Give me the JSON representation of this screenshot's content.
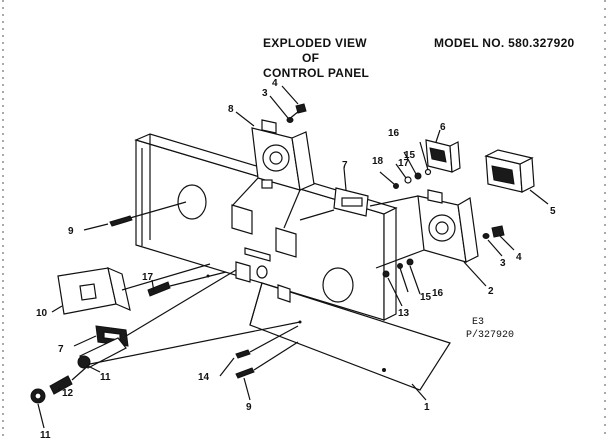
{
  "diagram": {
    "title_lines": [
      "EXPLODED VIEW",
      "OF",
      "CONTROL PANEL"
    ],
    "model_label": "MODEL NO. 580.327920",
    "reference_lines": [
      "E3",
      "P/327920"
    ],
    "callouts": [
      {
        "id": "c1",
        "text": "1"
      },
      {
        "id": "c2",
        "text": "2"
      },
      {
        "id": "c3a",
        "text": "3"
      },
      {
        "id": "c3b",
        "text": "3"
      },
      {
        "id": "c4a",
        "text": "4"
      },
      {
        "id": "c4b",
        "text": "4"
      },
      {
        "id": "c5",
        "text": "5"
      },
      {
        "id": "c6",
        "text": "6"
      },
      {
        "id": "c7a",
        "text": "7"
      },
      {
        "id": "c7b",
        "text": "7"
      },
      {
        "id": "c8",
        "text": "8"
      },
      {
        "id": "c9a",
        "text": "9"
      },
      {
        "id": "c9b",
        "text": "9"
      },
      {
        "id": "c10",
        "text": "10"
      },
      {
        "id": "c11a",
        "text": "11"
      },
      {
        "id": "c11b",
        "text": "11"
      },
      {
        "id": "c12",
        "text": "12"
      },
      {
        "id": "c13",
        "text": "13"
      },
      {
        "id": "c14",
        "text": "14"
      },
      {
        "id": "c15a",
        "text": "15"
      },
      {
        "id": "c15b",
        "text": "15"
      },
      {
        "id": "c16a",
        "text": "16"
      },
      {
        "id": "c16b",
        "text": "16"
      },
      {
        "id": "c17a",
        "text": "17"
      },
      {
        "id": "c17b",
        "text": "17"
      },
      {
        "id": "c18",
        "text": "18"
      }
    ]
  }
}
